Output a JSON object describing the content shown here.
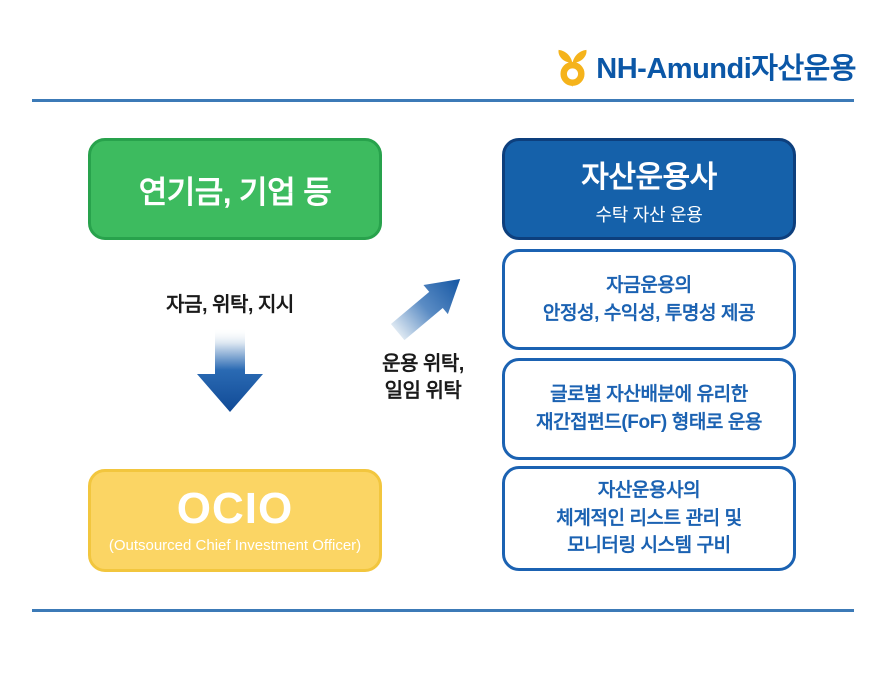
{
  "brand": {
    "logo_text": "NH-Amundi자산운용",
    "logo_icon": "nh-sprout-icon",
    "logo_text_color": "#0b57a7",
    "logo_icon_color": "#f5b31b"
  },
  "colors": {
    "divider_blue": "#3c7ab7",
    "green_fill": "#3dbb5f",
    "green_border": "#28a24c",
    "blue_fill": "#1561aa",
    "blue_border": "#0d3f7d",
    "outline_blue": "#1b62b2",
    "yellow_fill": "#fbd564",
    "yellow_border": "#f2c63e",
    "arrow_blue": "#1456a3",
    "label_text": "#1a1a1a"
  },
  "diagram": {
    "source_box": {
      "label": "연기금, 기업 등"
    },
    "manager_box": {
      "title": "자산운용사",
      "subtitle": "수탁 자산 운용"
    },
    "features": [
      {
        "lines": [
          "자금운용의",
          "안정성, 수익성, 투명성 제공"
        ]
      },
      {
        "lines": [
          "글로벌 자산배분에 유리한",
          "재간접펀드(FoF) 형태로 운용"
        ]
      },
      {
        "lines": [
          "자산운용사의",
          "체계적인 리스트 관리 및",
          "모니터링 시스템 구비"
        ]
      }
    ],
    "ocio_box": {
      "title": "OCIO",
      "subtitle": "(Outsourced Chief Investment Officer)"
    },
    "down_arrow_label": "자금, 위탁, 지시",
    "up_arrow_label_lines": [
      "운용 위탁,",
      "일임 위탁"
    ]
  }
}
